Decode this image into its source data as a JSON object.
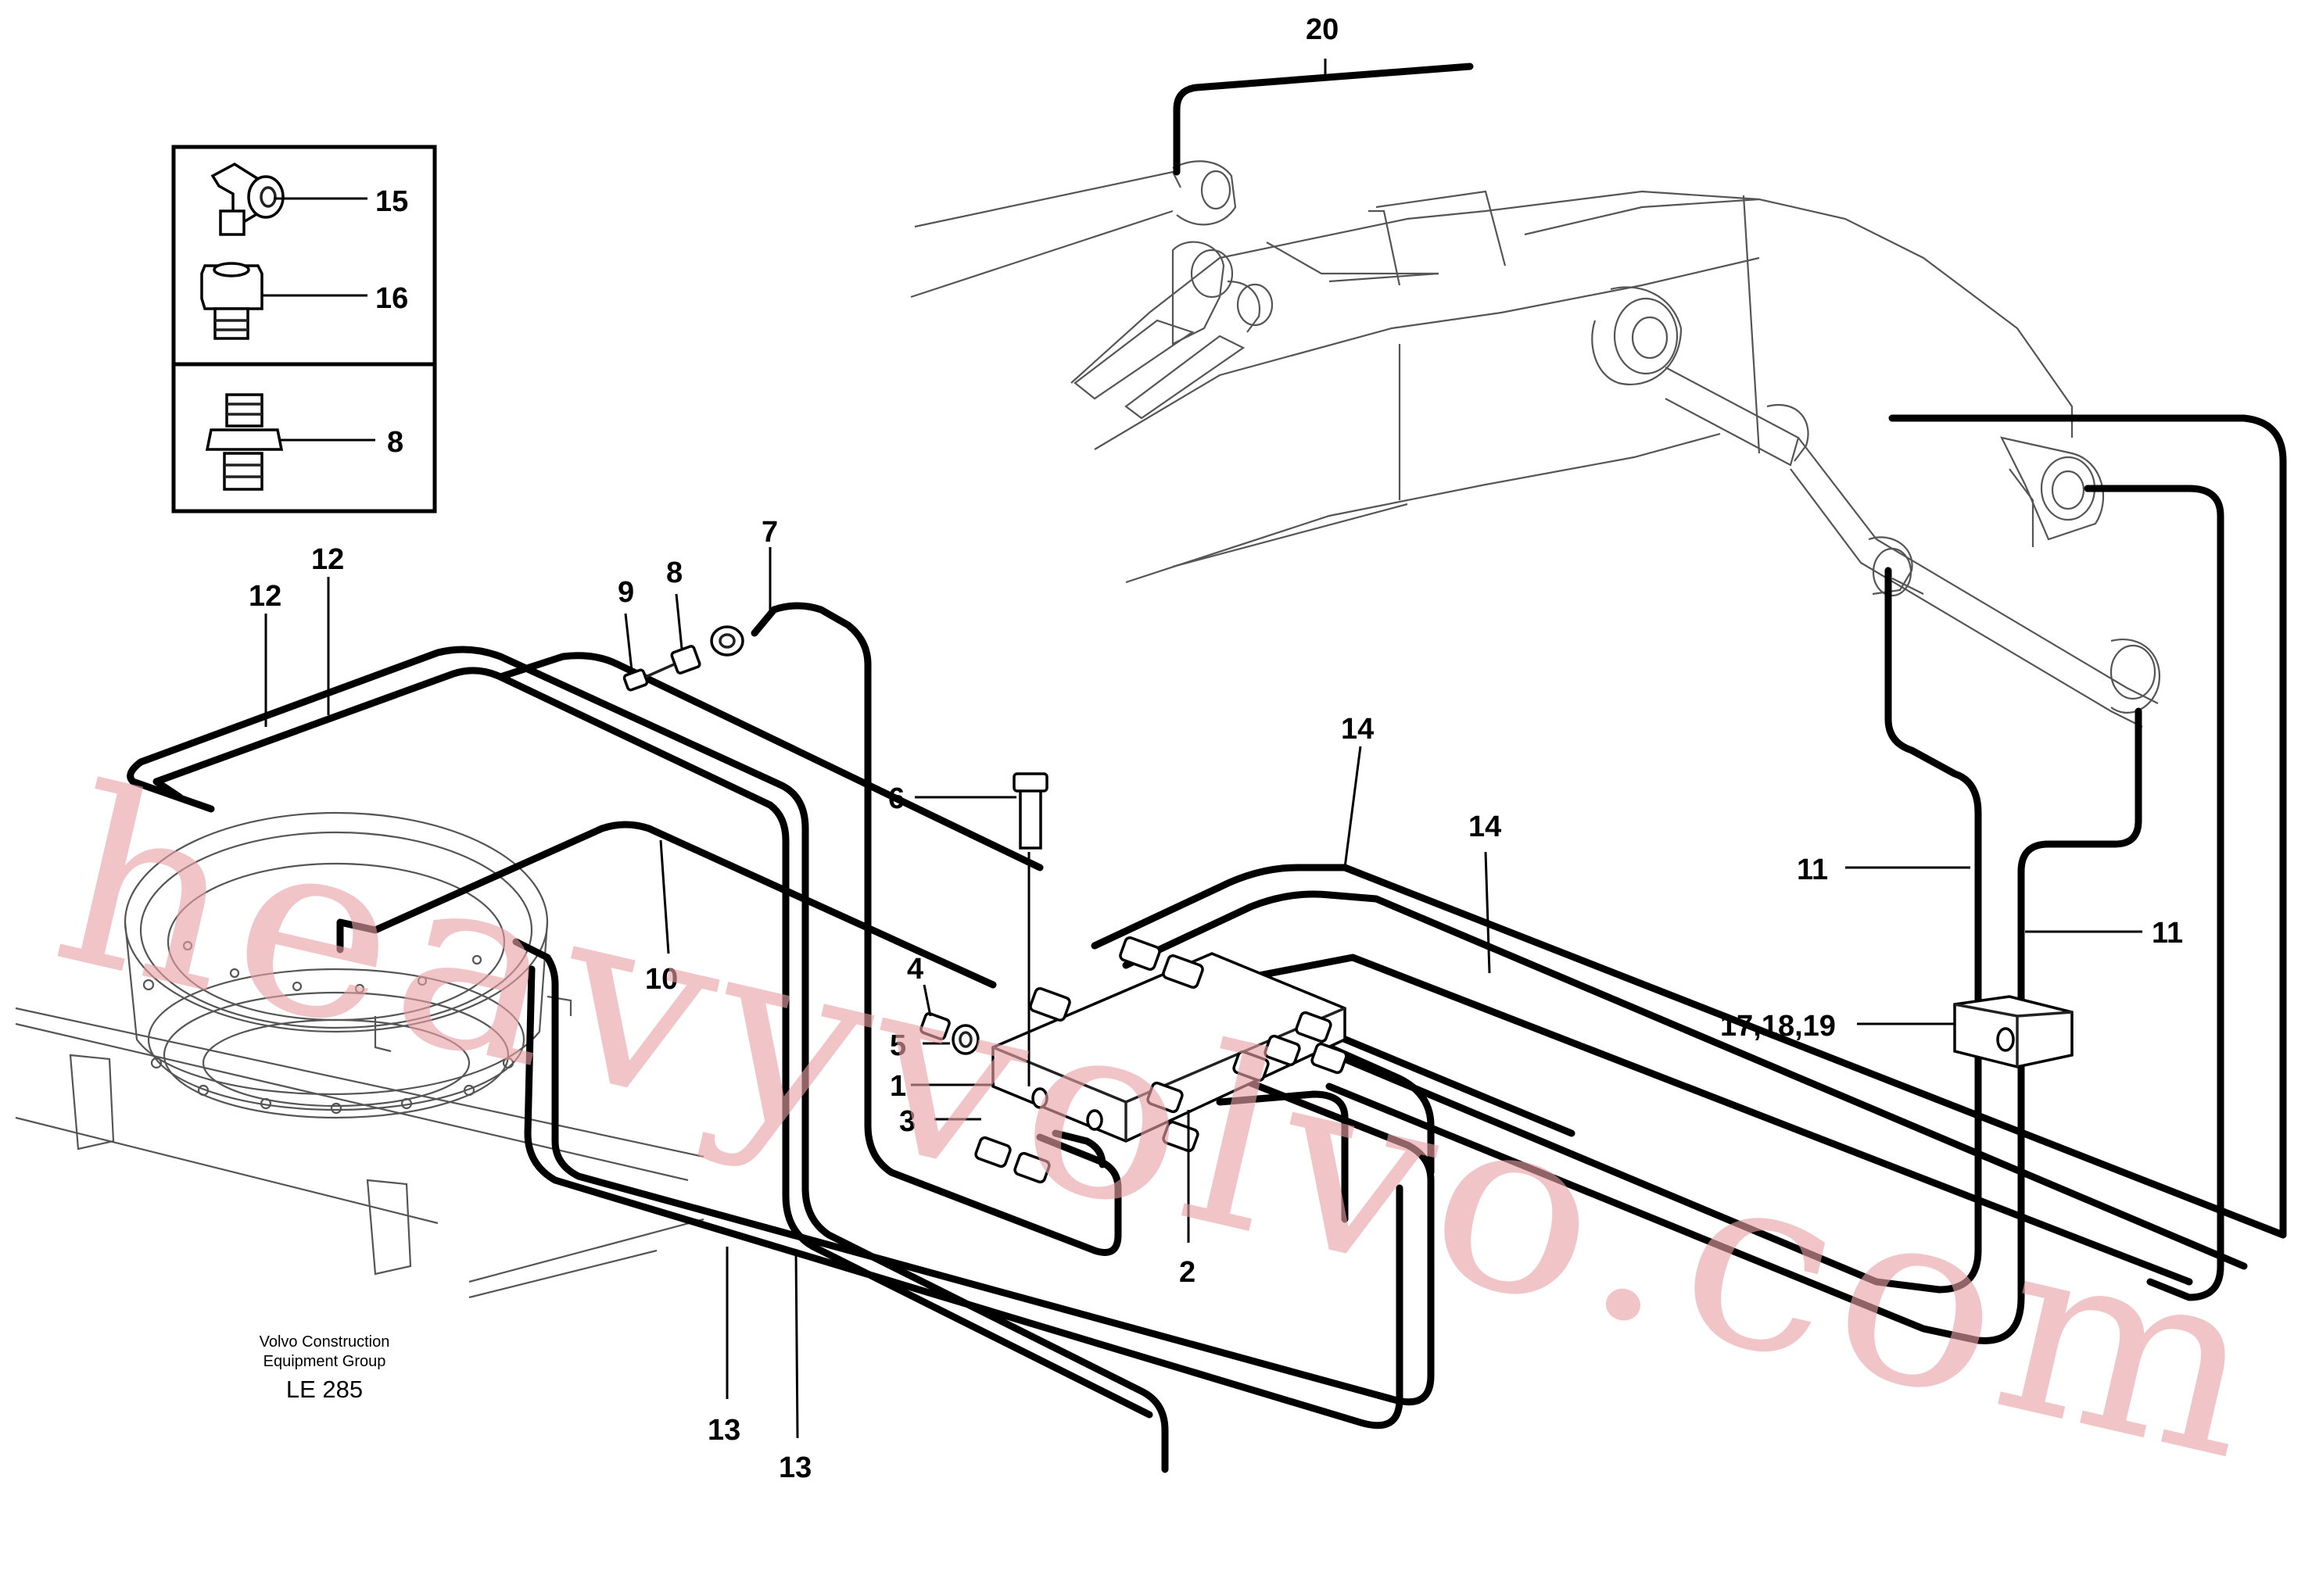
{
  "watermark": "heavyvolvo.com",
  "footer": {
    "line1": "Volvo Construction",
    "line2": "Equipment Group",
    "code": "LE 285"
  },
  "callouts": {
    "c1": "1",
    "c2": "2",
    "c3": "3",
    "c4": "4",
    "c5": "5",
    "c6": "6",
    "c7": "7",
    "c8_detail": "8",
    "c8": "8",
    "c9": "9",
    "c10": "10",
    "c11a": "11",
    "c11b": "11",
    "c12a": "12",
    "c12b": "12",
    "c13a": "13",
    "c13b": "13",
    "c14a": "14",
    "c14b": "14",
    "c15": "15",
    "c16": "16",
    "c171819": "17,18,19",
    "c20": "20"
  }
}
